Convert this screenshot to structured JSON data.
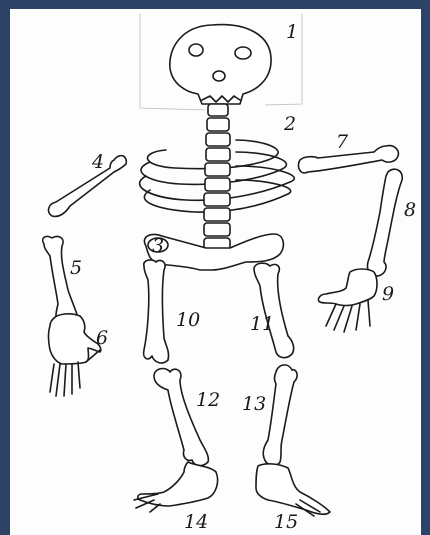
{
  "background_color": "#2d4365",
  "paper_color": "#fdfdfd",
  "ink_color": "#1b1b1b",
  "labels": {
    "l1": "1",
    "l2": "2",
    "l3": "3",
    "l4": "4",
    "l5": "5",
    "l6": "6",
    "l7": "7",
    "l8": "8",
    "l9": "9",
    "l10": "10",
    "l11": "11",
    "l12": "12",
    "l13": "13",
    "l14": "14",
    "l15": "15"
  }
}
